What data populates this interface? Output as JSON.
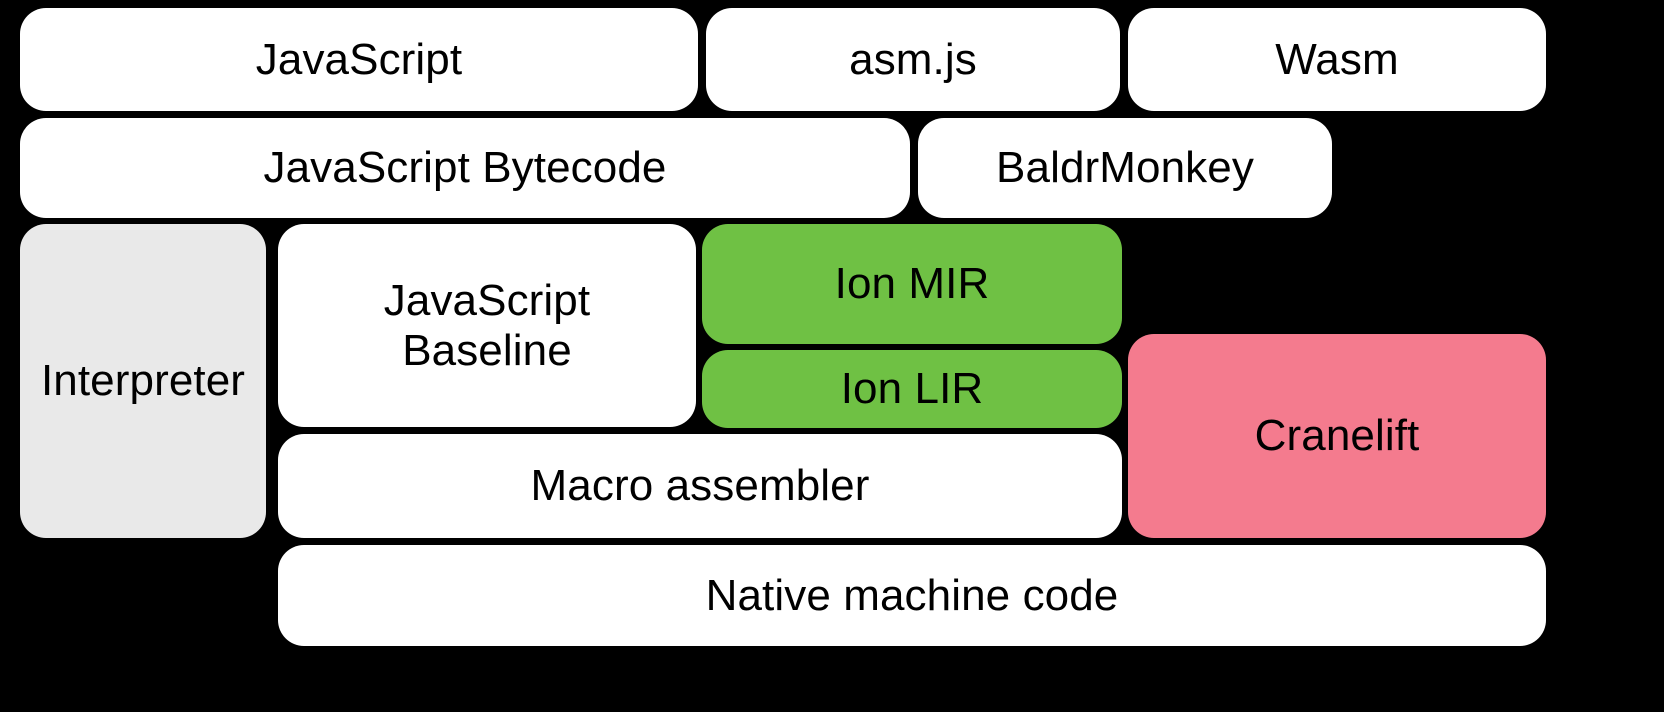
{
  "diagram": {
    "title": "SpiderMonkey / Cranelift compilation pipeline",
    "background_color": "#000000",
    "colors": {
      "white": "#FFFFFF",
      "gray": "#E9E9E9",
      "green": "#6FC144",
      "red": "#F47B8E"
    },
    "rows": [
      {
        "name": "source-languages",
        "nodes": [
          {
            "id": "javascript",
            "label": "JavaScript",
            "fill": "#FFFFFF"
          },
          {
            "id": "asmjs",
            "label": "asm.js",
            "fill": "#FFFFFF"
          },
          {
            "id": "wasm",
            "label": "Wasm",
            "fill": "#FFFFFF"
          }
        ]
      },
      {
        "name": "front-end-ir",
        "nodes": [
          {
            "id": "js_bytecode",
            "label": "JavaScript Bytecode",
            "fill": "#FFFFFF"
          },
          {
            "id": "baldrmonkey",
            "label": "BaldrMonkey",
            "fill": "#FFFFFF"
          }
        ]
      },
      {
        "name": "execution-tiers",
        "nodes": [
          {
            "id": "interpreter",
            "label": "Interpreter",
            "fill": "#E9E9E9"
          },
          {
            "id": "js_baseline",
            "label": "JavaScript\nBaseline",
            "fill": "#FFFFFF"
          },
          {
            "id": "ion_mir",
            "label": "Ion MIR",
            "fill": "#6FC144"
          },
          {
            "id": "ion_lir",
            "label": "Ion LIR",
            "fill": "#6FC144"
          },
          {
            "id": "cranelift",
            "label": "Cranelift",
            "fill": "#F47B8E"
          }
        ]
      },
      {
        "name": "backend",
        "nodes": [
          {
            "id": "macro_assembler",
            "label": "Macro assembler",
            "fill": "#FFFFFF"
          }
        ]
      },
      {
        "name": "output",
        "nodes": [
          {
            "id": "native_code",
            "label": "Native machine code",
            "fill": "#FFFFFF"
          }
        ]
      }
    ]
  }
}
